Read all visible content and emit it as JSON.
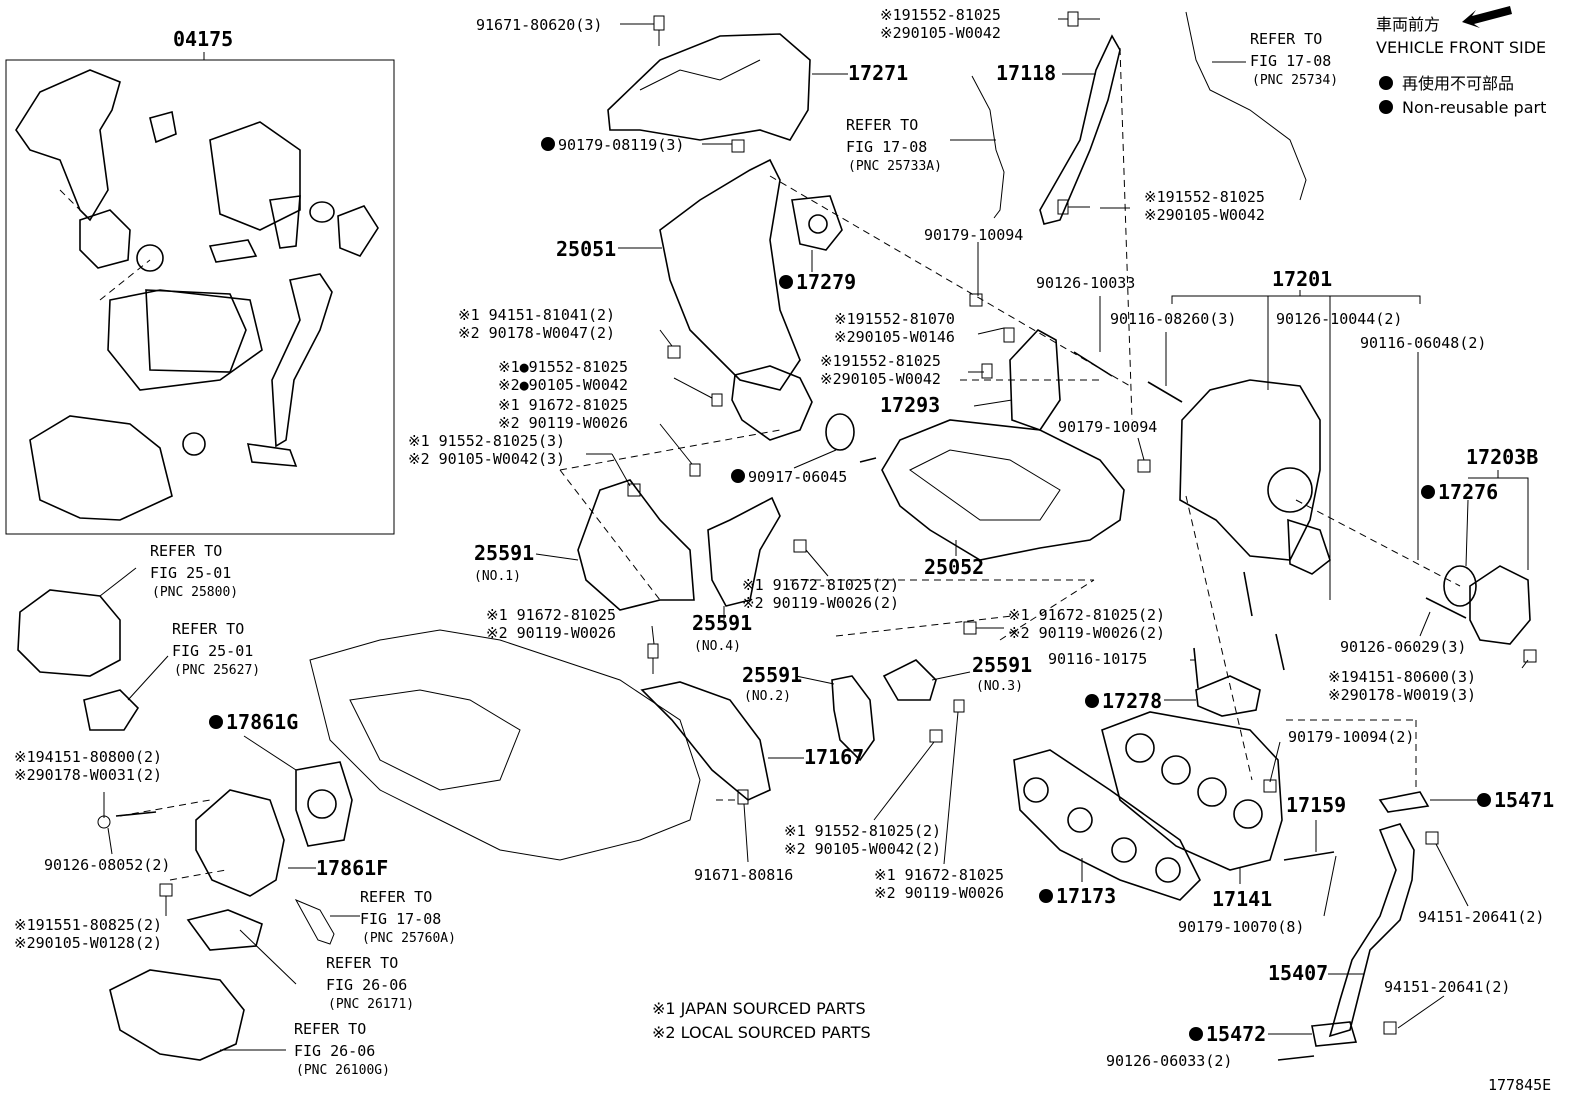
{
  "diagram_id": "177845E",
  "header": {
    "front_jp": "車両前方",
    "front_en": "VEHICLE FRONT SIDE",
    "nonreuse_jp": "再使用不可部品",
    "nonreuse_en": "Non-reusable part"
  },
  "notes": {
    "japan": "※1 JAPAN SOURCED PARTS",
    "local": "※2 LOCAL SOURCED PARTS"
  },
  "kit": {
    "label": "04175"
  },
  "labels": {
    "p17271": "17271",
    "p17118": "17118",
    "p25051": "25051",
    "p17279": "17279",
    "p17201": "17201",
    "p17203B": "17203B",
    "p17276": "17276",
    "p17293": "17293",
    "p25052": "25052",
    "p25591_1": "25591",
    "p25591_1n": "(NO.1)",
    "p25591_4": "25591",
    "p25591_4n": "(NO.4)",
    "p25591_2": "25591",
    "p25591_2n": "(NO.2)",
    "p25591_3": "25591",
    "p25591_3n": "(NO.3)",
    "p17167": "17167",
    "p17861G": "17861G",
    "p17861F": "17861F",
    "p17278": "17278",
    "p17159": "17159",
    "p17141": "17141",
    "p17173": "17173",
    "p15471": "15471",
    "p15407": "15407",
    "p15472": "15472"
  },
  "refs": {
    "r1708a": [
      "REFER TO",
      "FIG 17-08",
      "(PNC 25734)"
    ],
    "r1708b": [
      "REFER TO",
      "FIG 17-08",
      "(PNC 25733A)"
    ],
    "r2501a": [
      "REFER TO",
      "FIG 25-01",
      "(PNC 25800)"
    ],
    "r2501b": [
      "REFER TO",
      "FIG 25-01",
      "(PNC 25627)"
    ],
    "r1708c": [
      "REFER TO",
      "FIG 17-08",
      "(PNC 25760A)"
    ],
    "r2606a": [
      "REFER TO",
      "FIG 26-06",
      "(PNC 26171)"
    ],
    "r2606b": [
      "REFER TO",
      "FIG 26-06",
      "(PNC 26100G)"
    ]
  },
  "parts": {
    "b9167180620": "91671-80620(3)",
    "b9017908119": "90179-08119(3)",
    "b1_9155281025_top": "※191552-81025",
    "b2_90105W0042_top": "※290105-W0042",
    "b1_9155281025_r": "※191552-81025",
    "b2_90105W0042_r": "※290105-W0042",
    "b9017910094_a": "90179-10094",
    "b9012610033": "90126-10033",
    "b9011608260": "90116-08260(3)",
    "b9012610044": "90126-10044(2)",
    "b9011606048": "90116-06048(2)",
    "b1_9415181041": "※1 94151-81041(2)",
    "b2_90178W0047": "※2 90178-W0047(2)",
    "b1_9155281070": "※191552-81070",
    "b2_90105W0146": "※290105-W0146",
    "b1_9155281025_c": "※191552-81025",
    "b2_90105W0042_c": "※290105-W0042",
    "b1_9155281025_d": "※1●91552-81025",
    "b2_90105W0042_d": "※2●90105-W0042",
    "b1_9167281025_e": "※1 91672-81025",
    "b2_90119W0026_e": "※2 90119-W0026",
    "b9017910094_b": "90179-10094",
    "b1_9155281025_f": "※1 91552-81025(3)",
    "b2_90105W0042_f": "※2 90105-W0042(3)",
    "b9091706045": "90917-06045",
    "b1_9167281025_g": "※1 91672-81025(2)",
    "b2_90119W0026_g": "※2 90119-W0026(2)",
    "b1_9167281025_h": "※1 91672-81025",
    "b2_90119W0026_h": "※2 90119-W0026",
    "b1_9167281025_i": "※1 91672-81025(2)",
    "b2_90119W0026_i": "※2 90119-W0026(2)",
    "b9011610175": "90116-10175",
    "b9012606029": "90126-06029(3)",
    "b1_9415180600": "※194151-80600(3)",
    "b2_90178W0019": "※290178-W0019(3)",
    "b1_9415180800": "※194151-80800(2)",
    "b2_90178W0031": "※290178-W0031(2)",
    "b9012608052": "90126-08052(2)",
    "b1_9155180825": "※191551-80825(2)",
    "b2_90105W0128": "※290105-W0128(2)",
    "b9167180816": "91671-80816",
    "b1_9155281025_j": "※1 91552-81025(2)",
    "b2_90105W0042_j": "※2 90105-W0042(2)",
    "b1_9167281025_k": "※1 91672-81025",
    "b2_90119W0026_k": "※2 90119-W0026",
    "b9017910094_c": "90179-10094(2)",
    "b9017910070": "90179-10070(8)",
    "b9415120641_a": "94151-20641(2)",
    "b9415120641_b": "94151-20641(2)",
    "b9012606033": "90126-06033(2)"
  }
}
